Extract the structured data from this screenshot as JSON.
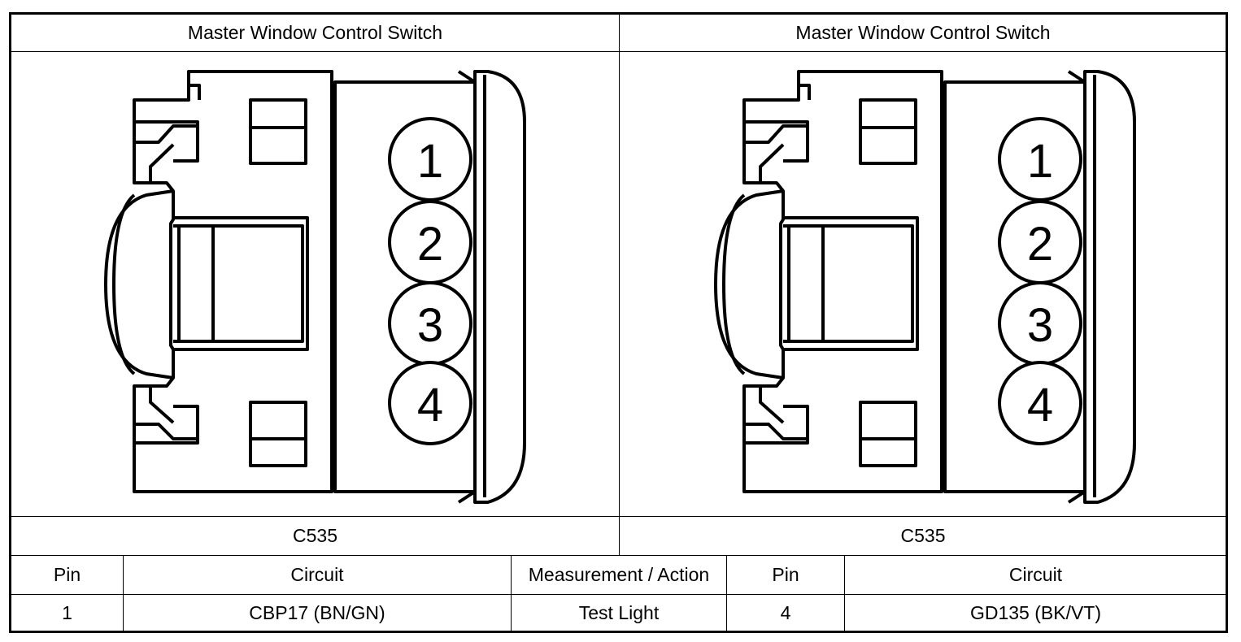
{
  "panels": [
    {
      "title": "Master Window Control Switch",
      "connector_id": "C535",
      "pins": [
        "1",
        "2",
        "3",
        "4"
      ]
    },
    {
      "title": "Master Window Control Switch",
      "connector_id": "C535",
      "pins": [
        "1",
        "2",
        "3",
        "4"
      ]
    }
  ],
  "table": {
    "headers": [
      "Pin",
      "Circuit",
      "Measurement / Action",
      "Pin",
      "Circuit"
    ],
    "rows": [
      [
        "1",
        "CBP17 (BN/GN)",
        "Test Light",
        "4",
        "GD135 (BK/VT)"
      ]
    ]
  }
}
